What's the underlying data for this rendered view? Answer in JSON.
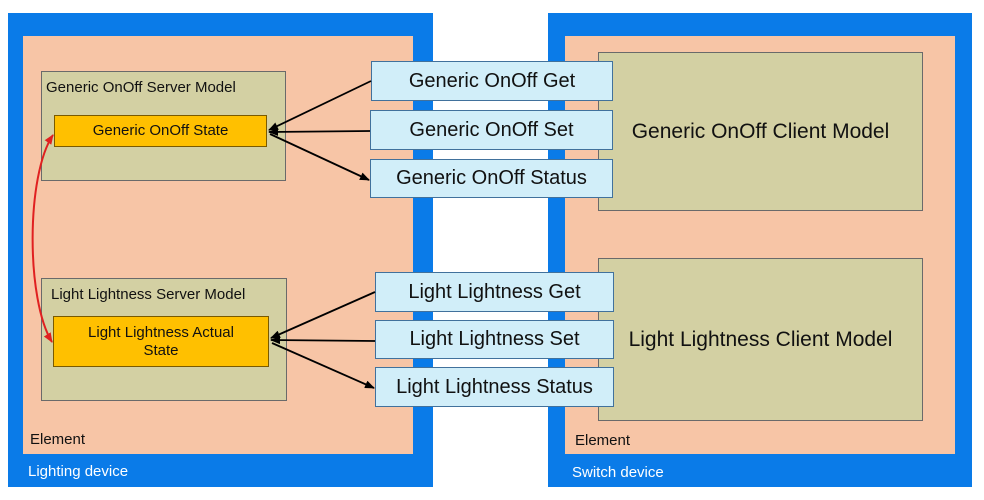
{
  "lighting_device": {
    "label": "Lighting device",
    "element_label": "Element",
    "generic_server": {
      "title": "Generic OnOff Server Model",
      "state": "Generic OnOff State"
    },
    "lightness_server": {
      "title": "Light Lightness Server Model",
      "state": "Light Lightness Actual State"
    }
  },
  "switch_device": {
    "label": "Switch device",
    "element_label": "Element",
    "generic_client": "Generic OnOff Client Model",
    "lightness_client": "Light Lightness Client Model"
  },
  "messages": {
    "generic_get": "Generic OnOff Get",
    "generic_set": "Generic OnOff Set",
    "generic_status": "Generic OnOff Status",
    "lightness_get": "Light Lightness Get",
    "lightness_set": "Light Lightness Set",
    "lightness_status": "Light Lightness Status"
  },
  "colors": {
    "device": "#0a7be8",
    "element": "#f7c5a6",
    "model": "#d3d0a3",
    "state": "#ffc000",
    "message": "#d1eef9",
    "binding_arrow": "#e02020",
    "message_arrow": "#000000"
  }
}
